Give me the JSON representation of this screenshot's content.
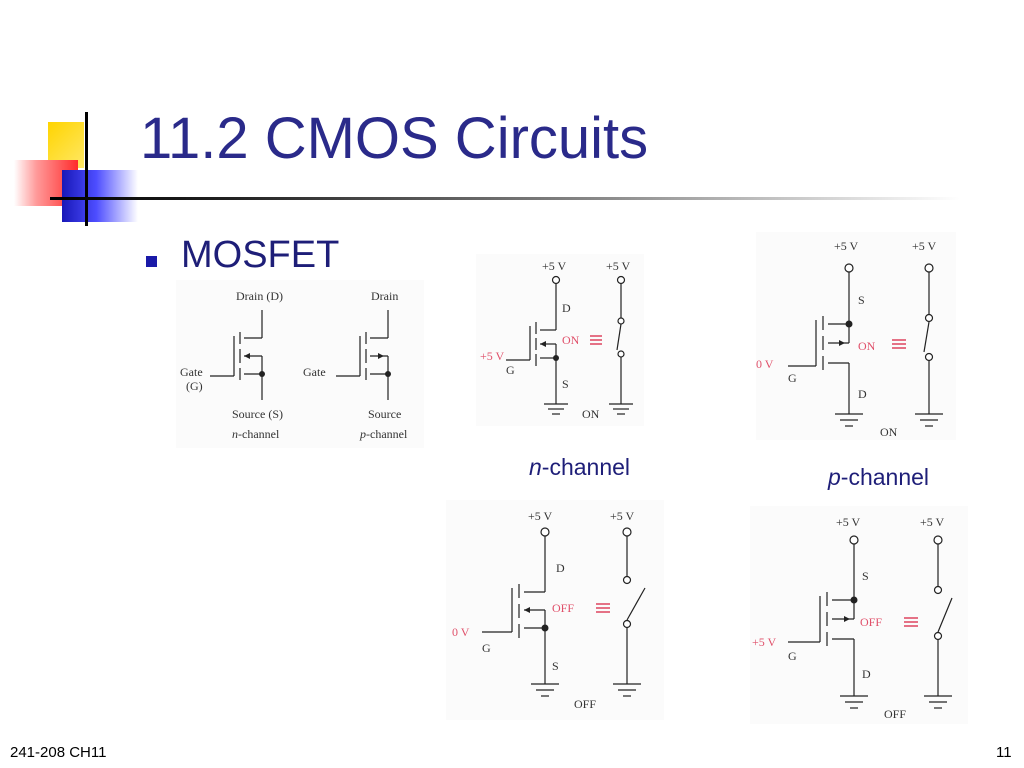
{
  "slide": {
    "title": "11.2 CMOS Circuits",
    "bullet": "MOSFET",
    "footer_left": "241-208 CH11",
    "page_number": "11"
  },
  "symbols": {
    "n_drain": "Drain (D)",
    "n_gate_1": "Gate",
    "n_gate_2": "(G)",
    "n_source": "Source (S)",
    "n_kind_italic": "n",
    "n_kind_rest": "-channel",
    "p_drain": "Drain",
    "p_gate": "Gate",
    "p_source": "Source",
    "p_kind_italic": "p",
    "p_kind_rest": "-channel"
  },
  "n_on": {
    "vdd": "+5 V",
    "vsw": "+5 V",
    "gate_v": "+5 V",
    "g": "G",
    "d": "D",
    "s": "S",
    "state": "ON",
    "sw_state": "ON"
  },
  "p_on": {
    "vdd": "+5 V",
    "vsw": "+5 V",
    "gate_v": "0 V",
    "g": "G",
    "s": "S",
    "d": "D",
    "state": "ON",
    "sw_state": "ON"
  },
  "n_off": {
    "vdd": "+5 V",
    "vsw": "+5 V",
    "gate_v": "0 V",
    "g": "G",
    "d": "D",
    "s": "S",
    "state": "OFF",
    "sw_state": "OFF"
  },
  "p_off": {
    "vdd": "+5 V",
    "vsw": "+5 V",
    "gate_v": "+5 V",
    "g": "G",
    "s": "S",
    "d": "D",
    "state": "OFF",
    "sw_state": "OFF"
  },
  "captions": {
    "n_italic": "n",
    "n_rest": "-channel",
    "p_italic": "p",
    "p_rest": "-channel"
  },
  "colors": {
    "title": "#2a2a8a",
    "state_label": "#e0506a"
  }
}
